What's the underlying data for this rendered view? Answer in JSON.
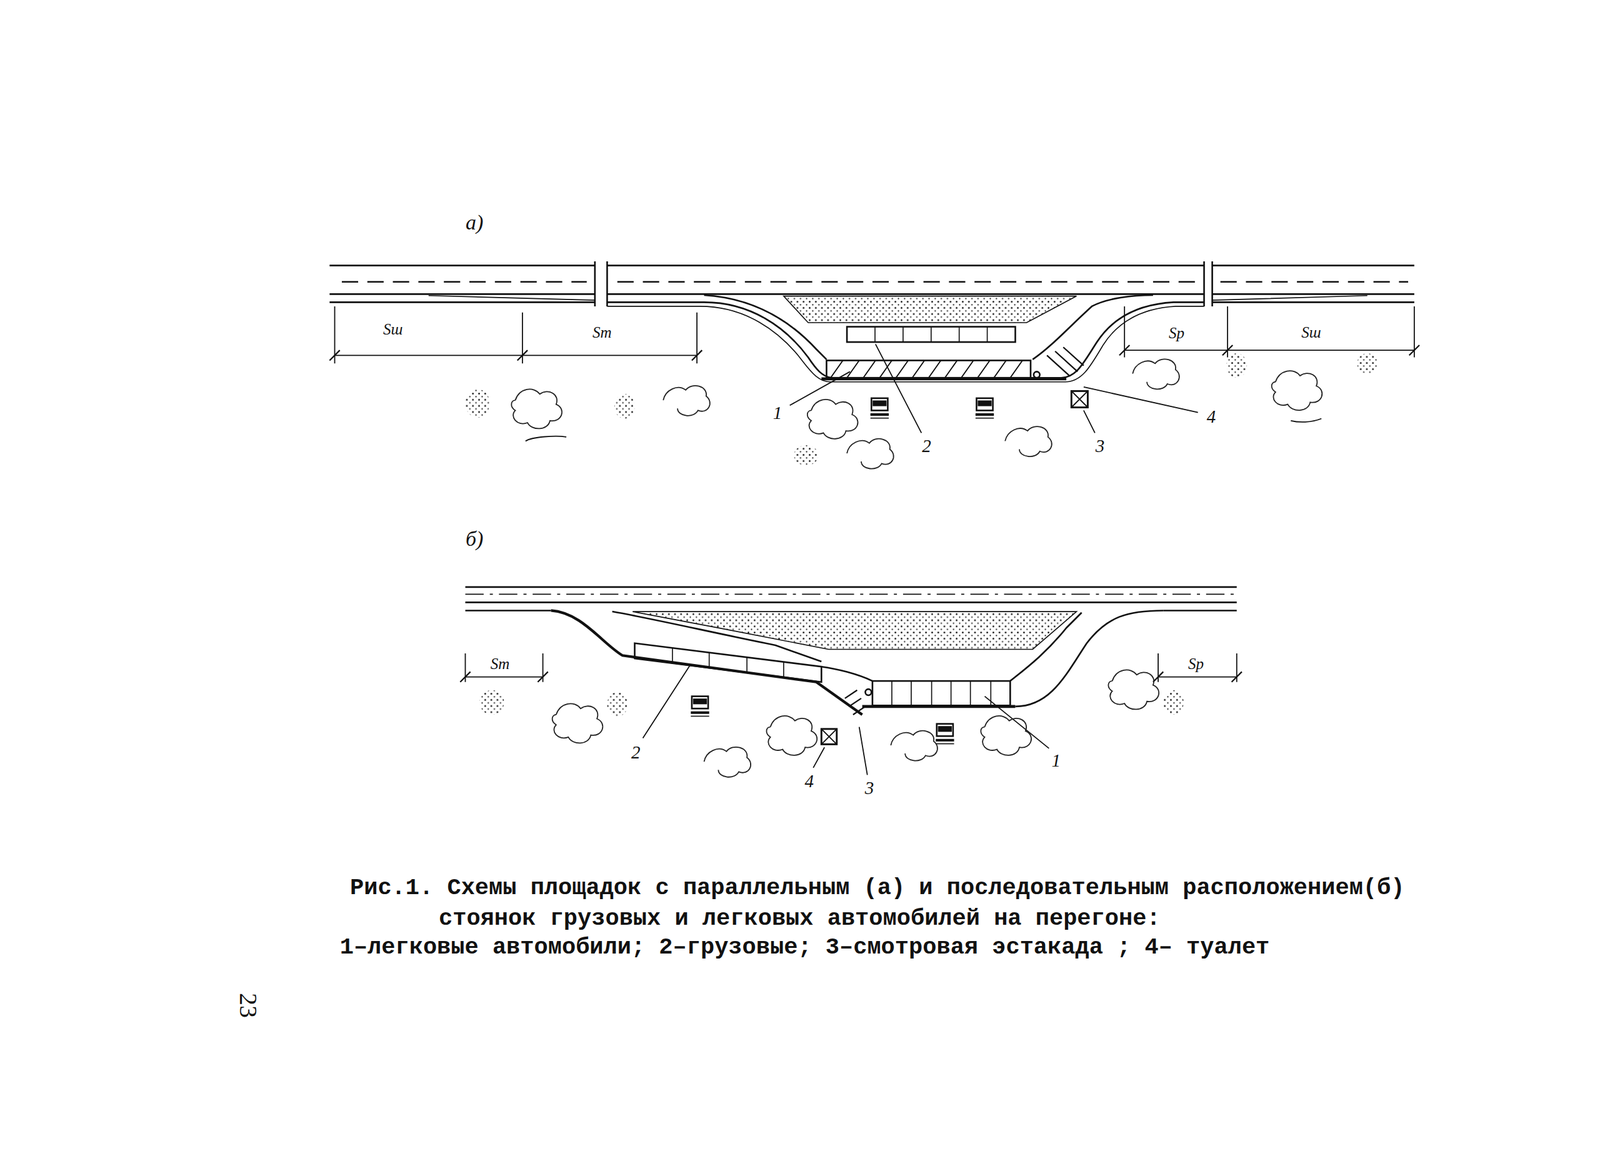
{
  "diagram": {
    "caption": "Рис.1. Схемы площадок с параллельным (а) и последовательным расположением(б) стоянок грузовых и легковых автомобилей на перегоне:",
    "labels": [
      "а)",
      "Sш",
      "Sт",
      "Sр",
      "Sш",
      "1",
      "2",
      "3",
      "4",
      "б)",
      "Sт",
      "Sр",
      "2",
      "4",
      "3",
      "1",
      "1–легковые автомобили; 2–грузовые; 3–смотровая эстакада ; 4– туалет",
      "23"
    ]
  }
}
